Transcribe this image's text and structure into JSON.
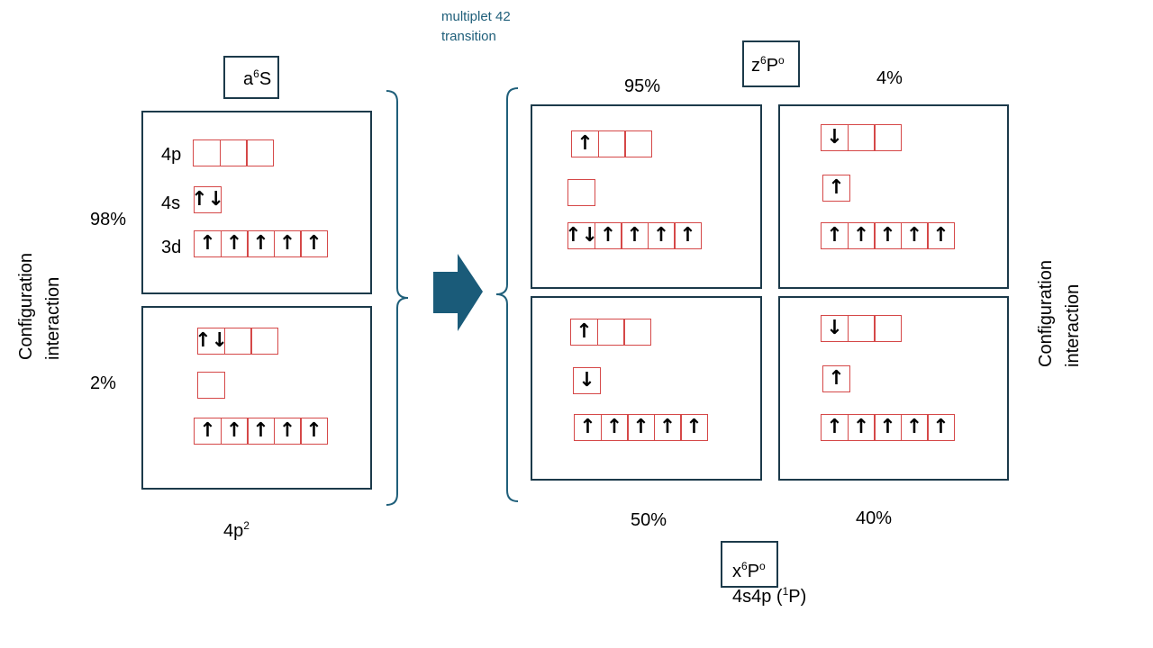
{
  "title": "multiplet 42 transition",
  "title_line1": "multiplet 42",
  "title_line2": "transition",
  "colors": {
    "frame": "#1c3a4a",
    "arrow": "#1a5b79",
    "orbital_box": "#d54848",
    "title": "#1f5f7a"
  },
  "left": {
    "state": {
      "base": "a",
      "sup": "6",
      "tail": "S"
    },
    "ci_label_line1": "Configuration",
    "ci_label_line2": "interaction",
    "upper_pct": "98%",
    "lower_pct": "2%",
    "lower_caption": {
      "base": "4p",
      "sup": "2"
    },
    "orbital_labels": {
      "p": "4p",
      "s": "4s",
      "d": "3d"
    },
    "upper_panel": {
      "p": [
        "",
        "",
        ""
      ],
      "s": [
        "↑↓"
      ],
      "d": [
        "↑",
        "↑",
        "↑",
        "↑",
        "↑"
      ]
    },
    "lower_panel": {
      "p": [
        "↑↓",
        "",
        ""
      ],
      "s": [
        ""
      ],
      "d": [
        "↑",
        "↑",
        "↑",
        "↑",
        "↑"
      ]
    }
  },
  "right": {
    "state_top": {
      "base": "z",
      "sup": "6",
      "tail": "P",
      "tail_sup": "o"
    },
    "state_bottom": {
      "base": "x",
      "sup": "6",
      "tail": "P",
      "tail_sup": "o"
    },
    "state_bottom_caption": {
      "pre": "4s4p (",
      "sup": "1",
      "post": "P)"
    },
    "ci_label_line1": "Configuration",
    "ci_label_line2": "interaction",
    "pct_top_left": "95%",
    "pct_top_right": "4%",
    "pct_bottom_left": "50%",
    "pct_bottom_right": "40%",
    "panels": [
      {
        "p": [
          "↑",
          "",
          ""
        ],
        "s": [
          ""
        ],
        "d": [
          "↑↓",
          "↑",
          "↑",
          "↑",
          "↑"
        ]
      },
      {
        "p": [
          "↓",
          "",
          ""
        ],
        "s": [
          "↑"
        ],
        "d": [
          "↑",
          "↑",
          "↑",
          "↑",
          "↑"
        ]
      },
      {
        "p": [
          "↑",
          "",
          ""
        ],
        "s": [
          "↓"
        ],
        "d": [
          "↑",
          "↑",
          "↑",
          "↑",
          "↑"
        ]
      },
      {
        "p": [
          "↓",
          "",
          ""
        ],
        "s": [
          "↑"
        ],
        "d": [
          "↑",
          "↑",
          "↑",
          "↑",
          "↑"
        ]
      }
    ]
  }
}
